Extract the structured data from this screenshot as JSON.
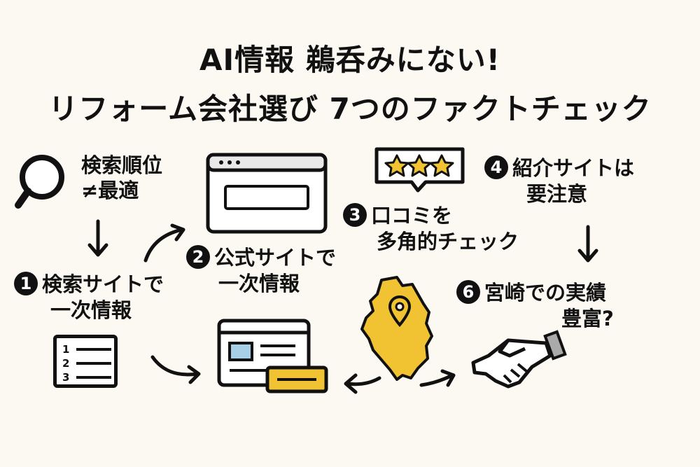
{
  "title": {
    "line1": "AI情報 鵜呑みにない!",
    "line2": "リフォーム会社選び 7つのファクトチェック"
  },
  "items": {
    "search_rank": {
      "line1": "検索順位",
      "line2": "≠最適"
    },
    "step1": {
      "number": "1",
      "line1": "検索サイトで",
      "line2": "一次情報"
    },
    "step2": {
      "number": "2",
      "line1": "公式サイトで",
      "line2": "一次情報"
    },
    "step3": {
      "number": "3",
      "line1": "口コミを",
      "line2": "多角的チェック"
    },
    "step4": {
      "number": "4",
      "line1": "紹介サイトは",
      "line2": "要注意"
    },
    "step6": {
      "number": "6",
      "line1": "宮崎での実績",
      "line2": "豊富?"
    }
  },
  "list_icon": {
    "numbers": [
      "1",
      "2",
      "3"
    ]
  },
  "icons": [
    "magnifier-icon",
    "browser-window-icon",
    "star-rating-icon",
    "numbered-list-icon",
    "website-card-icon",
    "miyazaki-map-icon",
    "handshake-icon"
  ],
  "colors": {
    "background": "#fbf9f1",
    "accent_yellow": "#f1c232",
    "ink": "#111111",
    "window_blue": "#a9cfe6"
  }
}
